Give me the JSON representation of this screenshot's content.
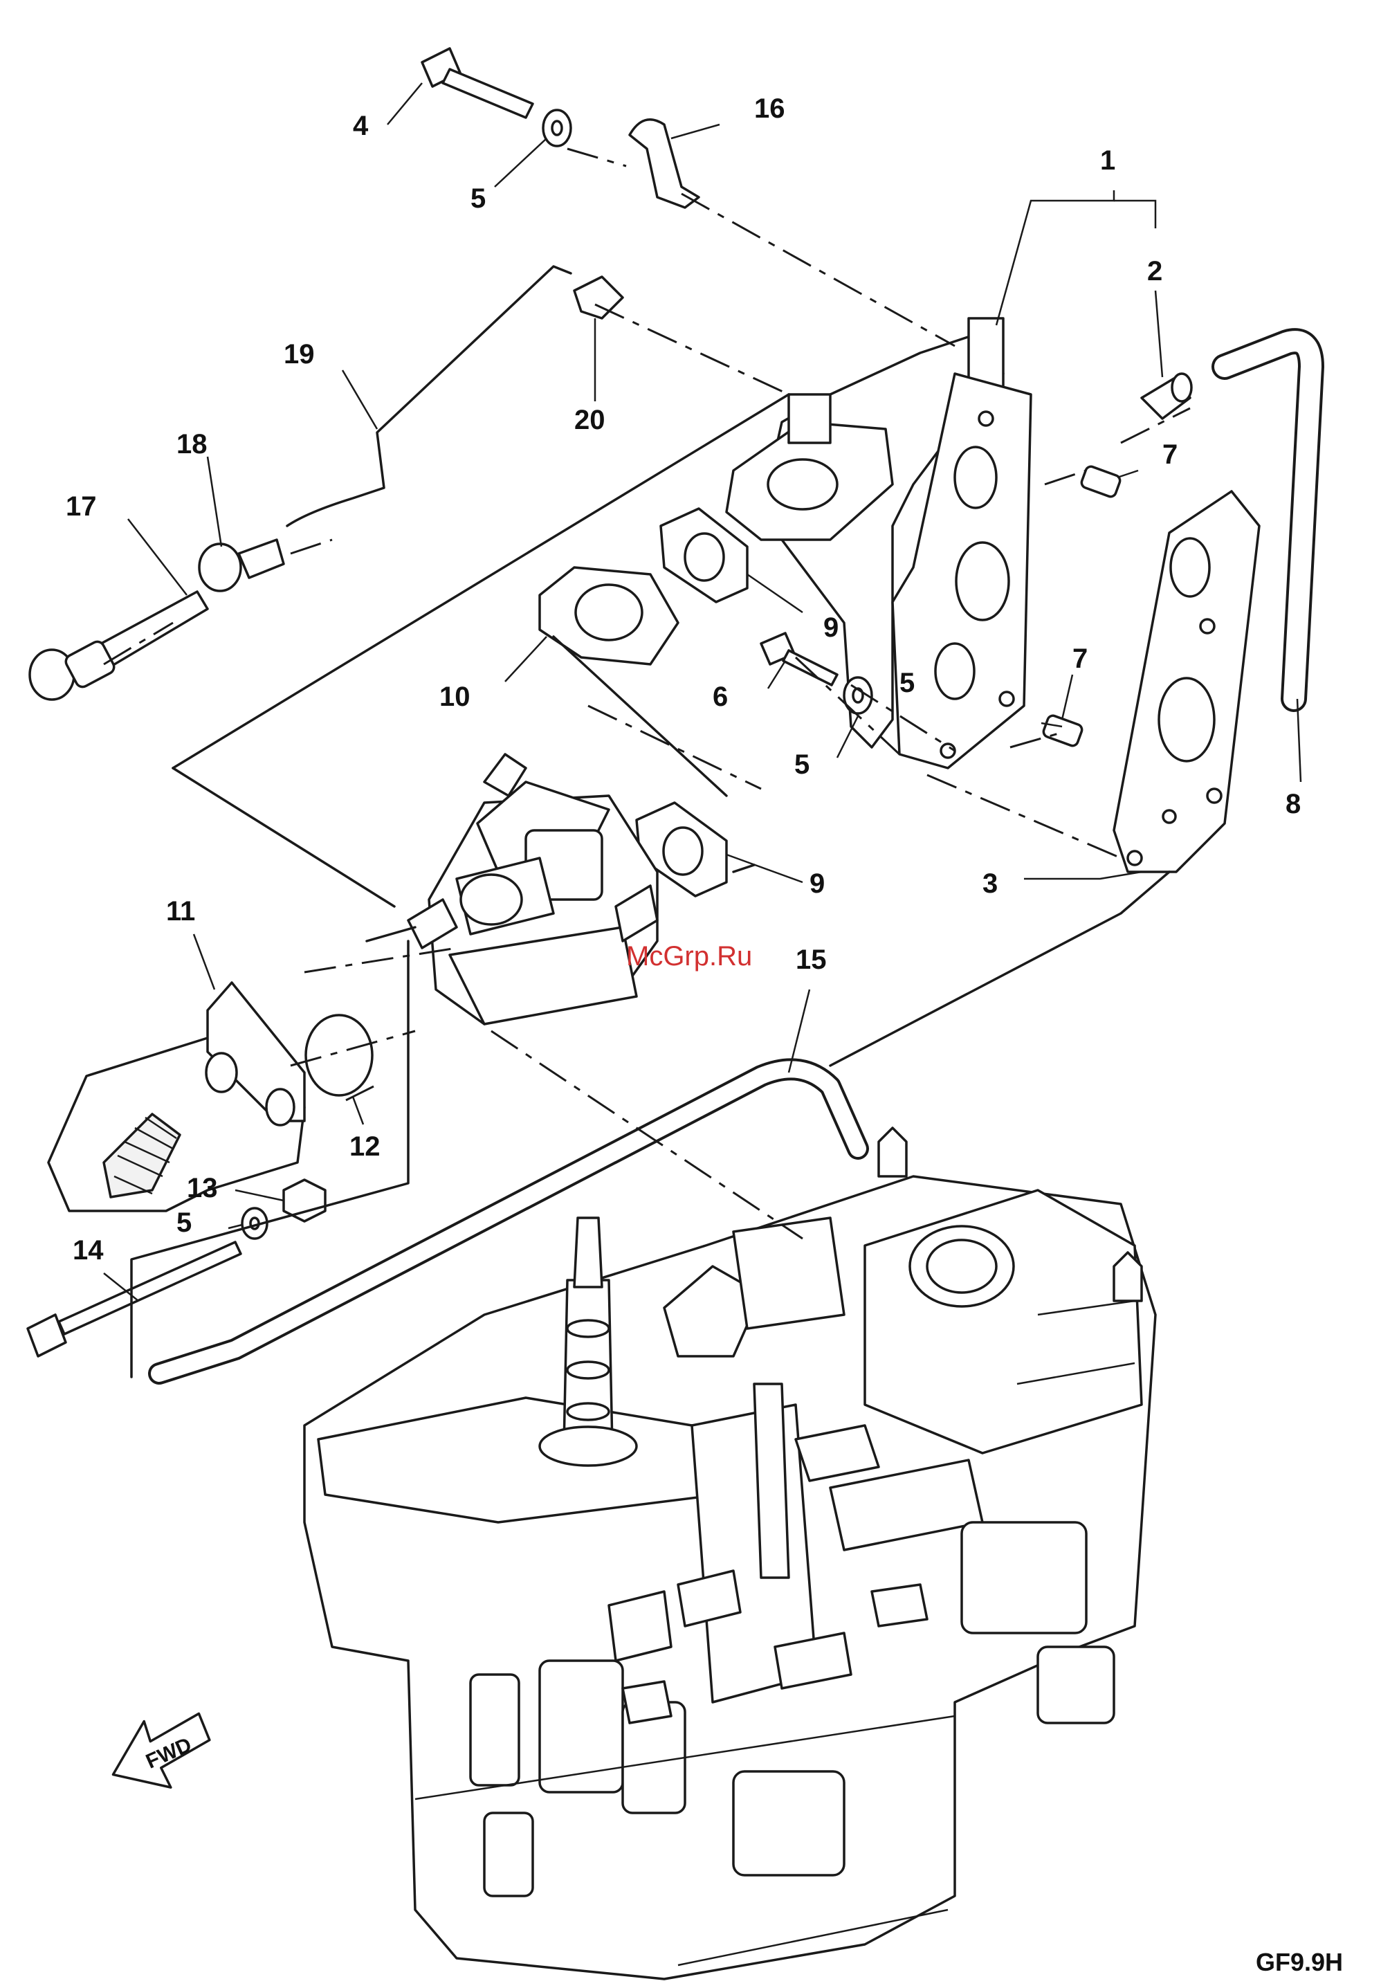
{
  "diagram": {
    "callouts": [
      "1",
      "2",
      "3",
      "4",
      "5",
      "5",
      "5",
      "5",
      "6",
      "7",
      "7",
      "8",
      "9",
      "9",
      "10",
      "11",
      "12",
      "13",
      "14",
      "15",
      "16",
      "17",
      "18",
      "19",
      "20"
    ],
    "direction_arrow": "FWD",
    "drawing_code": "GF9.9H",
    "watermark": "McGrp.Ru",
    "colors": {
      "line": "#1a1a1a",
      "watermark": "#d23030",
      "background": "#ffffff"
    }
  }
}
